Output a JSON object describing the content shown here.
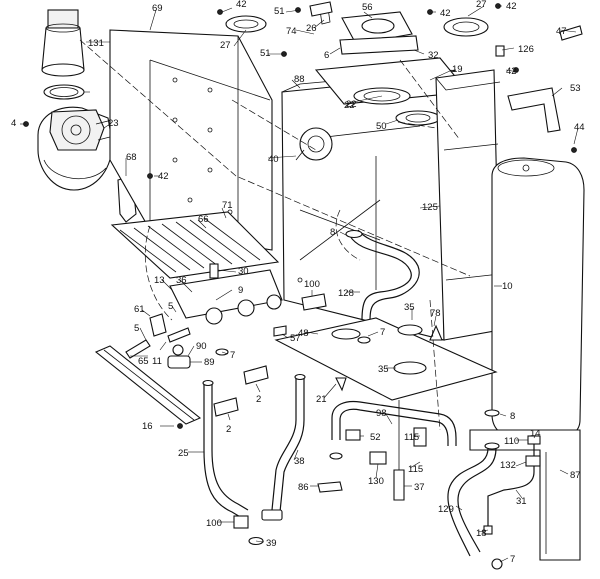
{
  "diagram": {
    "labels": [
      "131",
      "69",
      "42",
      "51",
      "74",
      "26",
      "56",
      "42",
      "27",
      "42",
      "47",
      "126",
      "27",
      "51",
      "6",
      "32",
      "22",
      "19",
      "42",
      "53",
      "88",
      "22",
      "50",
      "4",
      "23",
      "44",
      "68",
      "42",
      "40",
      "125",
      "66",
      "71",
      "8",
      "10",
      "30",
      "100",
      "128",
      "13",
      "36",
      "9",
      "35",
      "61",
      "5",
      "48",
      "7",
      "78",
      "5",
      "11",
      "57",
      "35",
      "90",
      "7",
      "89",
      "65",
      "21",
      "98",
      "8",
      "2",
      "16",
      "2",
      "115",
      "52",
      "110",
      "25",
      "38",
      "14",
      "115",
      "132",
      "87",
      "86",
      "130",
      "37",
      "31",
      "129",
      "100",
      "39",
      "18",
      "7"
    ]
  }
}
